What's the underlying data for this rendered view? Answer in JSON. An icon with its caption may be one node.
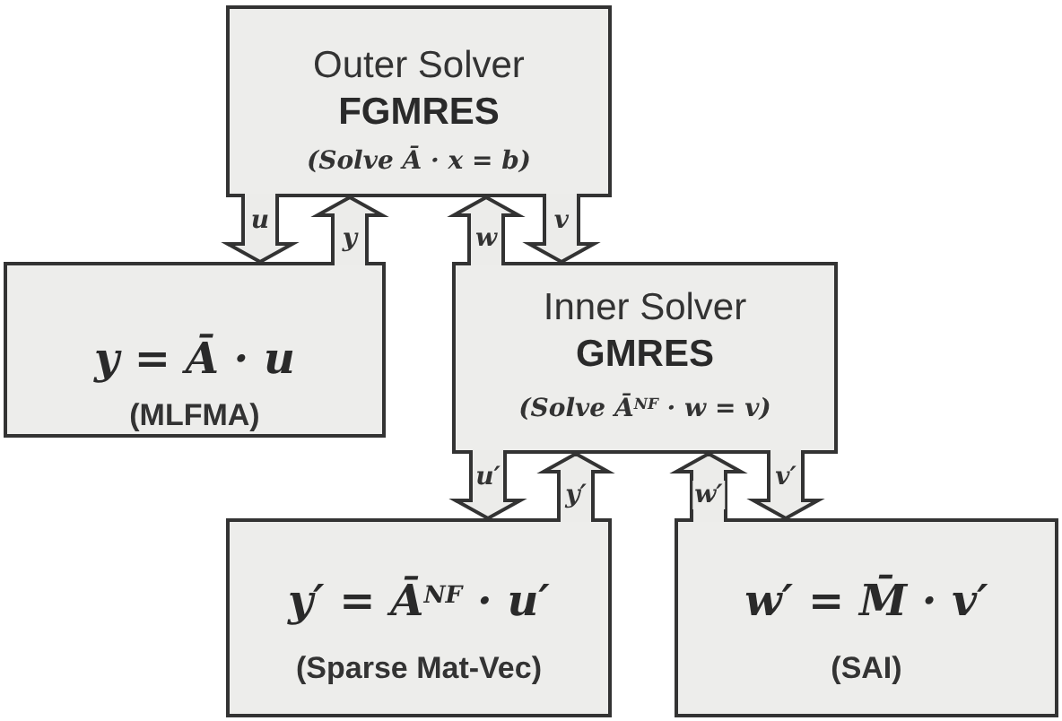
{
  "diagram": {
    "nodes": [
      {
        "text": [
          "Outer Solver",
          "FGMRES",
          "(Solve Ā · x = b)"
        ]
      },
      {
        "text": [
          "y = Ā · u",
          "(MLFMA)"
        ]
      },
      {
        "text": [
          "Inner Solver",
          "GMRES",
          "(Solve Ā$^{NF}$ · w = v)"
        ]
      },
      {
        "text": [
          "y′ = Ā$^{NF}$ · u′",
          "(Sparse Mat-Vec)"
        ]
      },
      {
        "text": [
          "w′ = M̄ · v′",
          "(SAI)"
        ]
      }
    ],
    "edges": [
      {
        "from": 0,
        "to": 1,
        "arrow": "to",
        "label": "u"
      },
      {
        "from": 1,
        "to": 0,
        "arrow": "to",
        "label": "y"
      },
      {
        "from": 2,
        "to": 0,
        "arrow": "to",
        "label": "w"
      },
      {
        "from": 0,
        "to": 2,
        "arrow": "to",
        "label": "v"
      },
      {
        "from": 2,
        "to": 3,
        "arrow": "to",
        "label": "u′"
      },
      {
        "from": 3,
        "to": 2,
        "arrow": "to",
        "label": "y′"
      },
      {
        "from": 4,
        "to": 2,
        "arrow": "to",
        "label": "w′"
      },
      {
        "from": 2,
        "to": 4,
        "arrow": "to",
        "label": "v′"
      }
    ]
  }
}
